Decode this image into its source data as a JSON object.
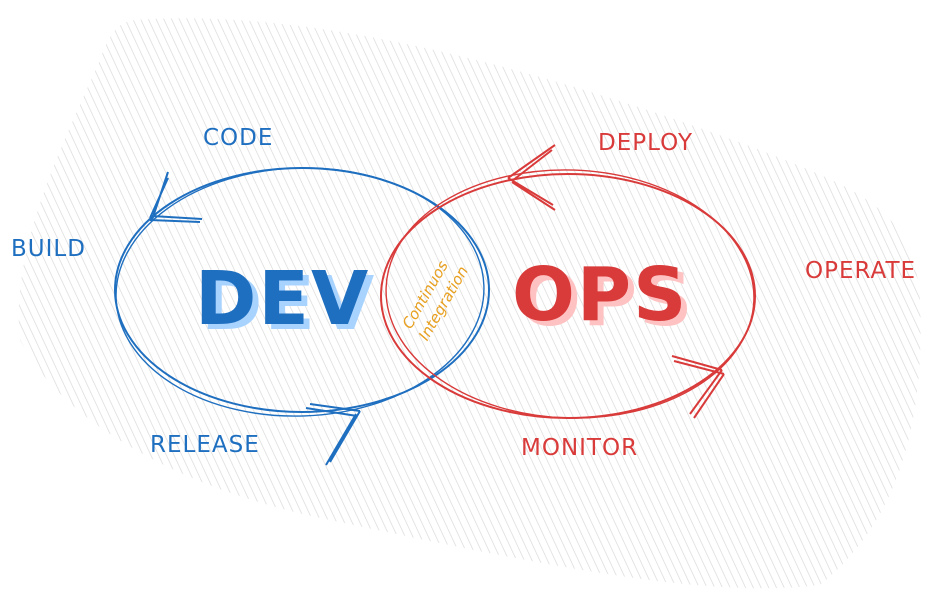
{
  "labels": {
    "code": "CODE",
    "build": "BUILD",
    "release": "RELEASE",
    "deploy": "DEPLOY",
    "operate": "OPERATE",
    "monitor": "MONITOR",
    "dev": "DEV",
    "ops": "OPS",
    "ci_line1": "Continuos",
    "ci_line2": "Integration"
  },
  "colors": {
    "dev": "#1f6fc0",
    "ops": "#d93a3a",
    "integration": "#e8a020",
    "hatch": "#d6d6d6"
  }
}
